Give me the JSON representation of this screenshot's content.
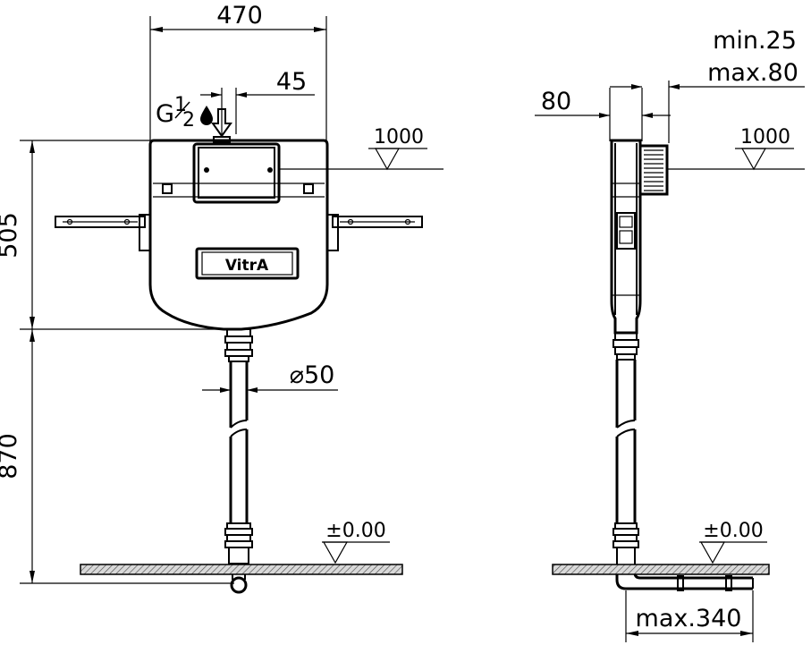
{
  "front_view": {
    "width_dim": "470",
    "inlet_offset_dim": "45",
    "inlet_thread_g": "G",
    "inlet_thread_num": "1",
    "inlet_thread_den": "2",
    "tank_height_dim": "505",
    "pipe_length_dim": "870",
    "pipe_diameter_dim": "⌀50",
    "mount_height_mark": "1000",
    "floor_level_mark": "±0.00",
    "brand": "VitrA"
  },
  "side_view": {
    "depth_dim": "80",
    "adjust_min": "min.25",
    "adjust_max": "max.80",
    "mount_height_mark": "1000",
    "floor_level_mark": "±0.00",
    "outlet_reach_dim": "max.340"
  },
  "colors": {
    "line": "#000000",
    "floor_hatch": "#8c8c8c"
  }
}
